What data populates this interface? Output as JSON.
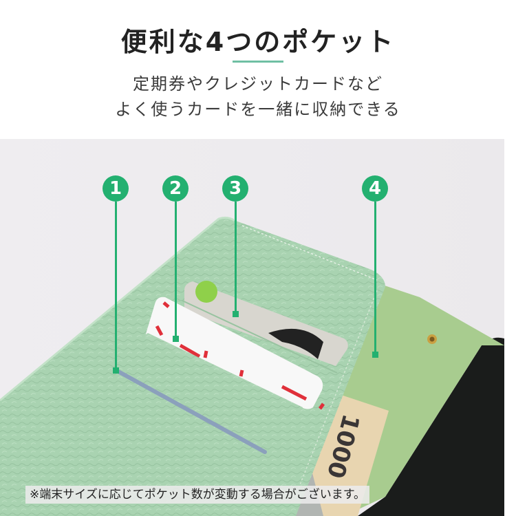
{
  "header": {
    "title": "便利な4つのポケット",
    "subtitle_lines": [
      "定期券やクレジットカードなど",
      "よく使うカードを一緒に収納できる"
    ],
    "accent_color": "#6fbfa3"
  },
  "photo": {
    "description": "Mint green leather notebook-style phone case with card pockets, IC card, credit card, and 1000 yen bill",
    "markers": [
      {
        "number": "1",
        "label": "pocket-1"
      },
      {
        "number": "2",
        "label": "pocket-2"
      },
      {
        "number": "3",
        "label": "pocket-3"
      },
      {
        "number": "4",
        "label": "pocket-4"
      }
    ],
    "marker_color": "#23b070",
    "bill_text": "1000"
  },
  "note": "※端末サイズに応じてポケット数が変動する場合がございます。"
}
